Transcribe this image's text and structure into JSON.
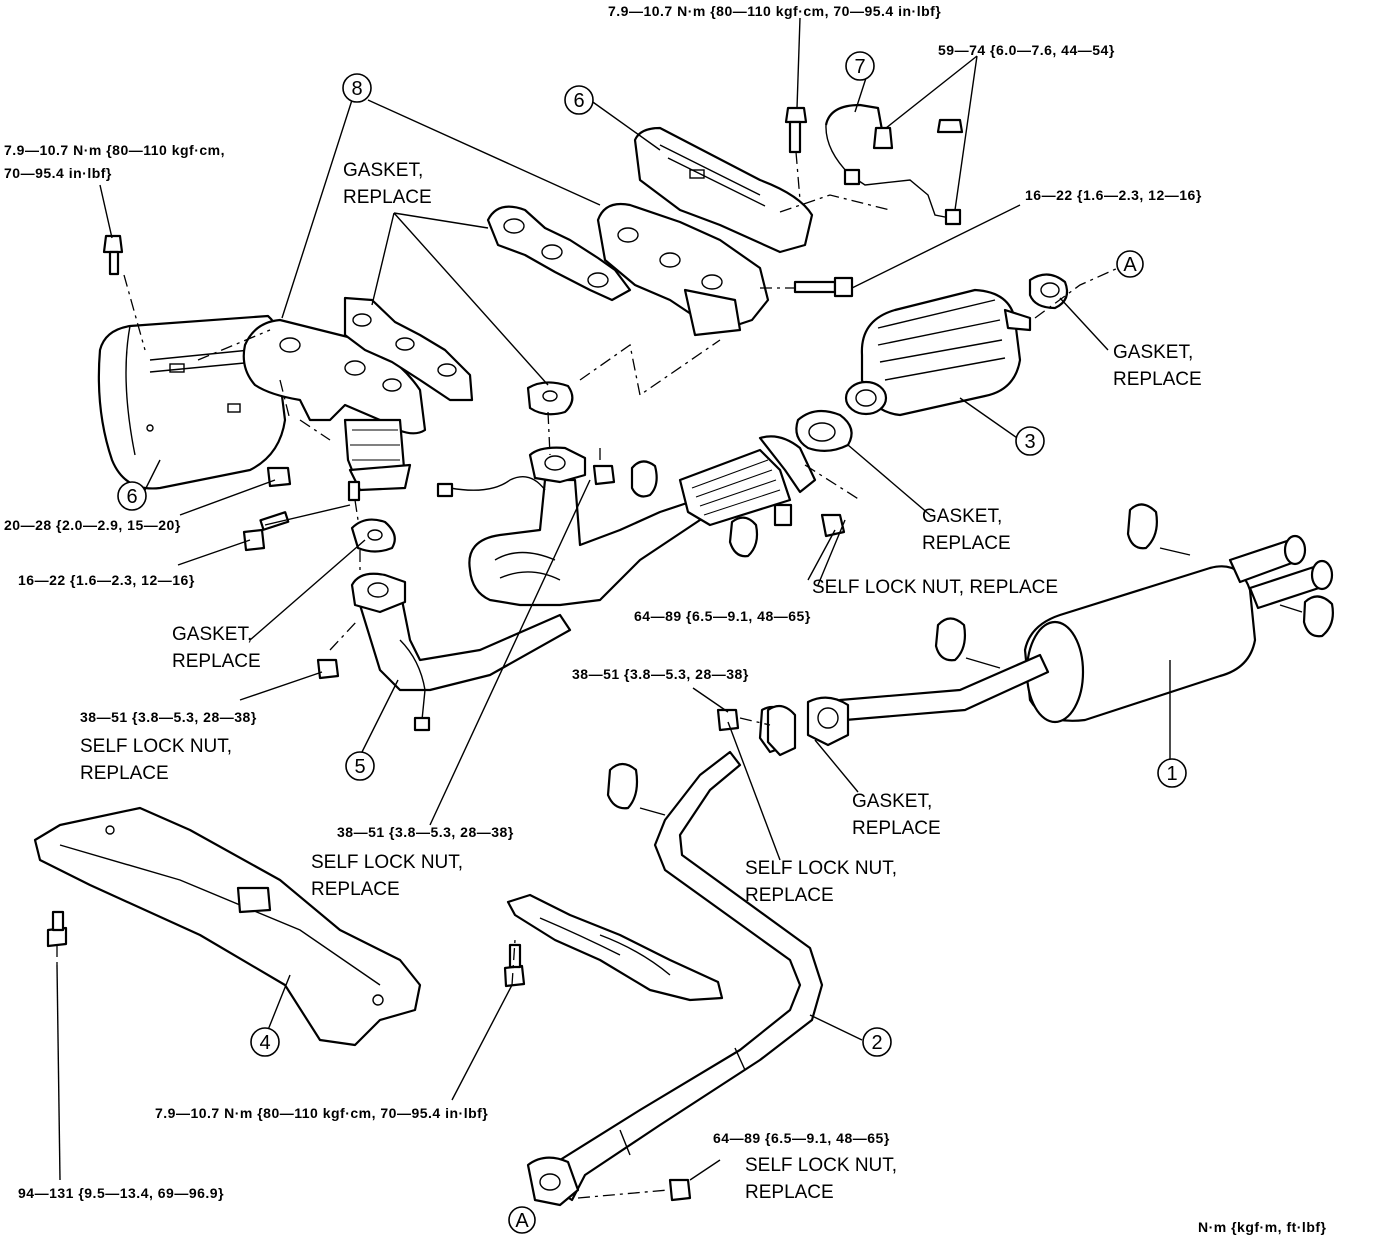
{
  "callouts": {
    "c1": "1",
    "c2": "2",
    "c3": "3",
    "c4": "4",
    "c5": "5",
    "c6a": "6",
    "c6b": "6",
    "c7": "7",
    "c8": "8",
    "cA1": "A",
    "cA2": "A"
  },
  "labels": {
    "gasket_replace_top_l1": "GASKET,",
    "gasket_replace_top_l2": "REPLACE",
    "gasket_replace_a_l1": "GASKET,",
    "gasket_replace_a_l2": "REPLACE",
    "gasket_replace_cat_l1": "GASKET,",
    "gasket_replace_cat_l2": "REPLACE",
    "self_lock_nut_flex": "SELF LOCK NUT, REPLACE",
    "gasket_replace_front_l1": "GASKET,",
    "gasket_replace_front_l2": "REPLACE",
    "self_lock_nut_front_l1": "SELF LOCK NUT,",
    "self_lock_nut_front_l2": "REPLACE",
    "self_lock_nut_mid_l1": "SELF LOCK NUT,",
    "self_lock_nut_mid_l2": "REPLACE",
    "gasket_replace_muffler_l1": "GASKET,",
    "gasket_replace_muffler_l2": "REPLACE",
    "self_lock_nut_muffler_l1": "SELF LOCK NUT,",
    "self_lock_nut_muffler_l2": "REPLACE",
    "self_lock_nut_bottom_l1": "SELF LOCK NUT,",
    "self_lock_nut_bottom_l2": "REPLACE"
  },
  "torques": {
    "t_top": "7.9—10.7 N·m {80—110 kgf·cm, 70—95.4 in·lbf}",
    "t_left_l1": "7.9—10.7 N·m {80—110 kgf·cm,",
    "t_left_l2": "70—95.4 in·lbf}",
    "t_o2": "59—74 {6.0—7.6, 44—54}",
    "t_manifold_bolt": "16—22 {1.6—2.3, 12—16}",
    "t_nut_20": "20—28 {2.0—2.9, 15—20}",
    "t_bolt_16": "16—22 {1.6—2.3, 12—16}",
    "t_flex": "64—89 {6.5—9.1, 48—65}",
    "t_front_nut": "38—51 {3.8—5.3, 28—38}",
    "t_muffler_nut": "38—51 {3.8—5.3, 28—38}",
    "t_mid_nut": "38—51 {3.8—5.3, 28—38}",
    "t_crossmember_cover": "7.9—10.7 N·m {80—110 kgf·cm, 70—95.4 in·lbf}",
    "t_bottom_nut": "64—89 {6.5—9.1, 48—65}",
    "t_crossmember_bolt": "94—131 {9.5—13.4, 69—96.9}",
    "units": "N·m {kgf·m, ft·lbf}"
  }
}
